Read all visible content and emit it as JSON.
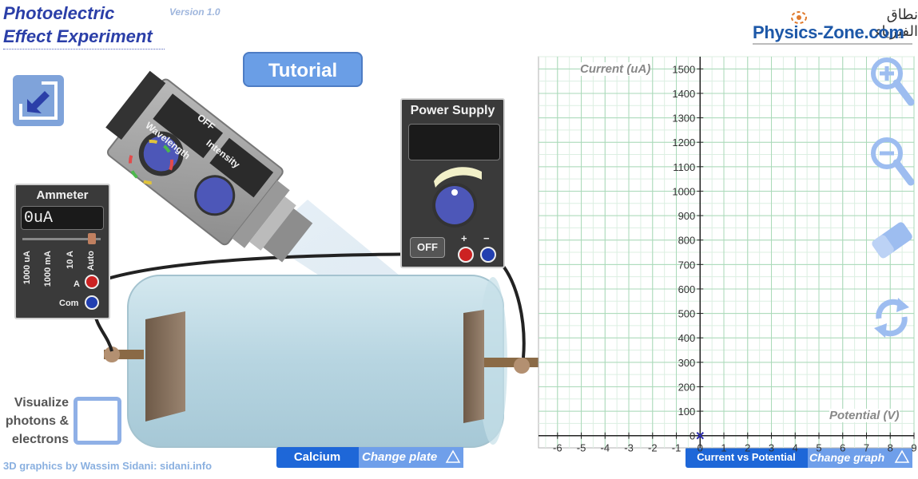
{
  "app": {
    "title_line1": "Photoelectric",
    "title_line2": "Effect Experiment",
    "version": "Version 1.0"
  },
  "logo": {
    "arabic": "نطاق الفيزياء",
    "english": "Physics-Zone.com"
  },
  "buttons": {
    "tutorial": "Tutorial"
  },
  "ammeter": {
    "label": "Ammeter",
    "reading": "0uA",
    "ranges": [
      "1000 uA",
      "1000 mA",
      "10 A",
      "Auto"
    ],
    "terminal_a": "A",
    "terminal_com": "Com"
  },
  "lamp": {
    "off_label": "OFF",
    "wavelength_label": "Wavelength",
    "intensity_label": "Intensity"
  },
  "power_supply": {
    "label": "Power Supply",
    "off_button": "OFF",
    "plus": "+",
    "minus": "−"
  },
  "visualize": {
    "label_line1": "Visualize",
    "label_line2": "photons &",
    "label_line3": "electrons"
  },
  "credit": "3D graphics by Wassim Sidani: sidani.info",
  "plate_bar": {
    "current": "Calcium",
    "change": "Change plate"
  },
  "graph_bar": {
    "current": "Current vs Potential",
    "change": "Change graph"
  },
  "colors": {
    "accent_blue": "#1e67d8",
    "title_blue": "#2b3fa8",
    "grid_green": "#b9dfc4",
    "tool_icon": "#9dbdf0"
  },
  "tools": [
    "zoom-in-icon",
    "zoom-out-icon",
    "eraser-icon",
    "refresh-icon"
  ],
  "chart_data": {
    "type": "scatter",
    "ylabel": "Current (uA)",
    "xlabel": "Potential (V)",
    "x_ticks": [
      "-6",
      "-5",
      "-4",
      "-3",
      "-2",
      "-1",
      "0",
      "1",
      "2",
      "3",
      "4",
      "5",
      "6",
      "7",
      "8",
      "9"
    ],
    "y_ticks": [
      "0",
      "100",
      "200",
      "300",
      "400",
      "500",
      "600",
      "700",
      "800",
      "900",
      "1000",
      "1100",
      "1200",
      "1300",
      "1400",
      "1500"
    ],
    "xlim": [
      -6.5,
      9
    ],
    "ylim": [
      0,
      1500
    ],
    "points": [
      {
        "x": 0,
        "y": 0
      }
    ],
    "grid": true
  }
}
